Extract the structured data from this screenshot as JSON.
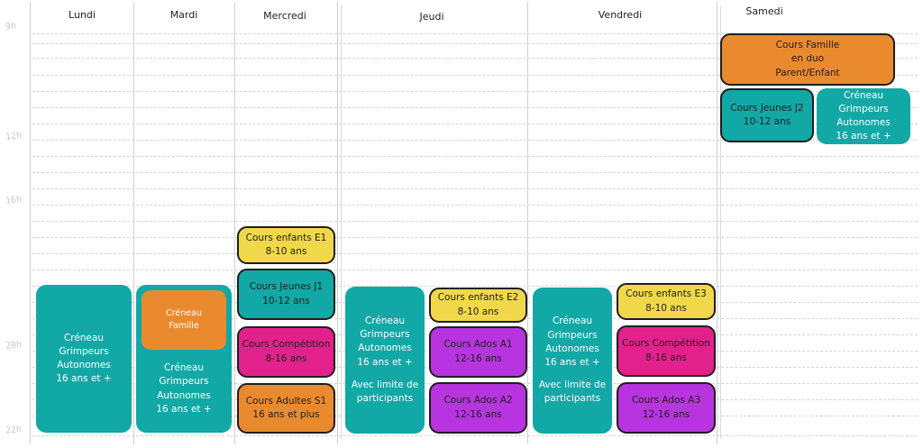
{
  "days": [
    "Lundi",
    "Mardi",
    "Mercredi",
    "Jeudi",
    "Vendredi",
    "Samedi"
  ],
  "hours": [
    "9h",
    "12h",
    "16h",
    "20h",
    "22h"
  ],
  "events": {
    "lundi_autonomes": {
      "lines": [
        "Créneau",
        "Grimpeurs",
        "Autonomes",
        "16 ans et +"
      ]
    },
    "mardi_famille": {
      "lines": [
        "Créneau",
        "Famille"
      ]
    },
    "mardi_autonomes": {
      "lines": [
        "Créneau",
        "Grimpeurs",
        "Autonomes",
        "16 ans et +"
      ]
    },
    "mercredi_e1": {
      "title": "Cours enfants E1",
      "sub": "8-10 ans"
    },
    "mercredi_j1": {
      "title": "Cours Jeunes J1",
      "sub": "10-12 ans"
    },
    "mercredi_competition": {
      "title": "Cours Compétition",
      "sub": "8-16 ans"
    },
    "mercredi_adultes": {
      "title": "Cours Adultes S1",
      "sub": "16 ans et plus"
    },
    "jeudi_autonomes": {
      "lines": [
        "Créneau",
        "Grimpeurs",
        "Autonomes",
        "16 ans et +"
      ],
      "extra": [
        "Avec limite de",
        "participants"
      ]
    },
    "jeudi_e2": {
      "title": "Cours enfants E2",
      "sub": "8-10 ans"
    },
    "jeudi_a1": {
      "title": "Cours Ados A1",
      "sub": "12-16 ans"
    },
    "jeudi_a2": {
      "title": "Cours Ados A2",
      "sub": "12-16 ans"
    },
    "vendredi_autonomes": {
      "lines": [
        "Créneau",
        "Grimpeurs",
        "Autonomes",
        "16 ans et +"
      ],
      "extra": [
        "Avec limite de",
        "participants"
      ]
    },
    "vendredi_e3": {
      "title": "Cours enfants E3",
      "sub": "8-10 ans"
    },
    "vendredi_competition": {
      "title": "Cours Compétition",
      "sub": "8-16 ans"
    },
    "vendredi_a3": {
      "title": "Cours Ados A3",
      "sub": "12-16 ans"
    },
    "samedi_famille": {
      "lines": [
        "Cours Famille",
        "en duo",
        "Parent/Enfant"
      ]
    },
    "samedi_j2": {
      "title": "Cours Jeunes J2",
      "sub": "10-12 ans"
    },
    "samedi_autonomes": {
      "lines": [
        "Créneau",
        "Grimpeurs",
        "Autonomes",
        "16 ans et +"
      ]
    }
  },
  "colors": {
    "teal": "#12a8a6",
    "yellow": "#f0d84a",
    "orange": "#ea8a2e",
    "magenta": "#e3218c",
    "purple": "#b734e0"
  }
}
